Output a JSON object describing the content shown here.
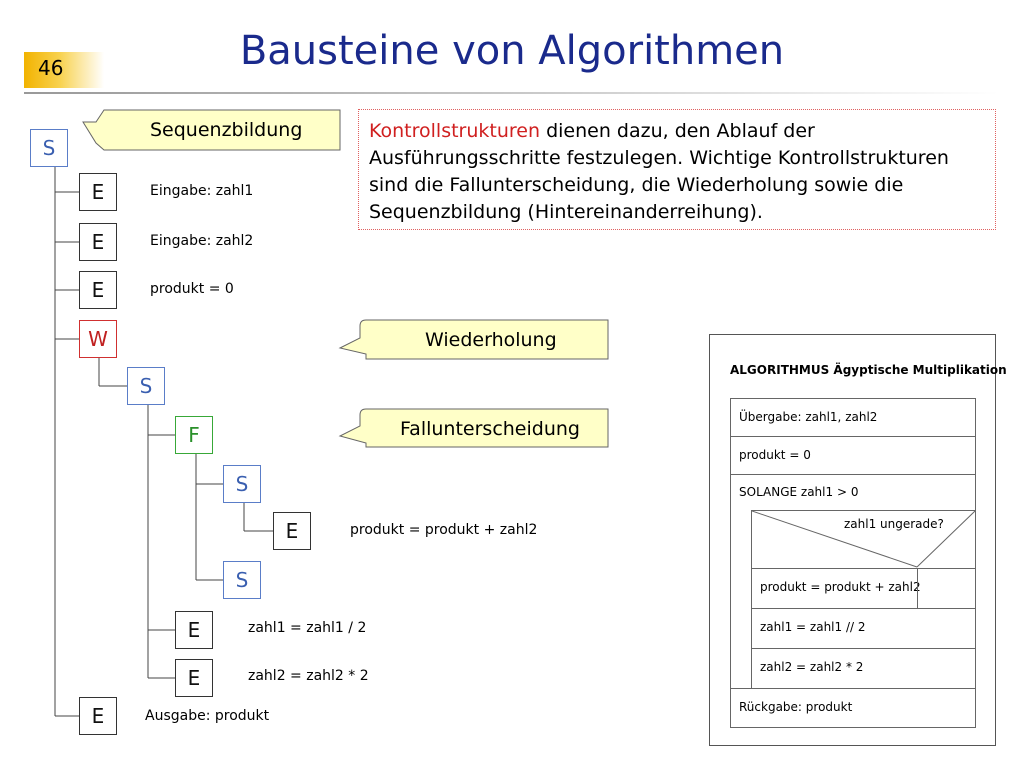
{
  "slide_number": "46",
  "title": "Bausteine von Algorithmen",
  "callouts": {
    "sequence": "Sequenzbildung",
    "loop": "Wiederholung",
    "branch": "Fallunterscheidung"
  },
  "info": {
    "highlight": "Kontrollstrukturen",
    "text": " dienen dazu, den Ablauf der Ausführungsschritte festzulegen. Wichtige Kontrollstrukturen sind die Fallunterscheidung, die Wiederholung sowie die Sequenzbildung (Hintereinanderreihung)."
  },
  "tree": {
    "nodes": {
      "s_root": "S",
      "e1": "E",
      "e2": "E",
      "e3": "E",
      "w": "W",
      "s_loop": "S",
      "f": "F",
      "s_then": "S",
      "e_then": "E",
      "s_else": "S",
      "e_z1": "E",
      "e_z2": "E",
      "e_out": "E"
    },
    "labels": {
      "e1": "Eingabe: zahl1",
      "e2": "Eingabe: zahl2",
      "e3": "produkt = 0",
      "e_then": "produkt = produkt +  zahl2",
      "e_z1": "zahl1 = zahl1 / 2",
      "e_z2": "zahl2 = zahl2 * 2",
      "e_out": "Ausgabe: produkt"
    }
  },
  "nsd": {
    "title": "ALGORITHMUS Ägyptische Multiplikation",
    "input": "Übergabe: zahl1, zahl2",
    "init": "produkt = 0",
    "loop": "SOLANGE zahl1 > 0",
    "condition": "zahl1 ungerade?",
    "then": "produkt = produkt + zahl2",
    "step1": "zahl1 = zahl1 // 2",
    "step2": "zahl2 = zahl2 * 2",
    "output": "Rückgabe: produkt"
  }
}
